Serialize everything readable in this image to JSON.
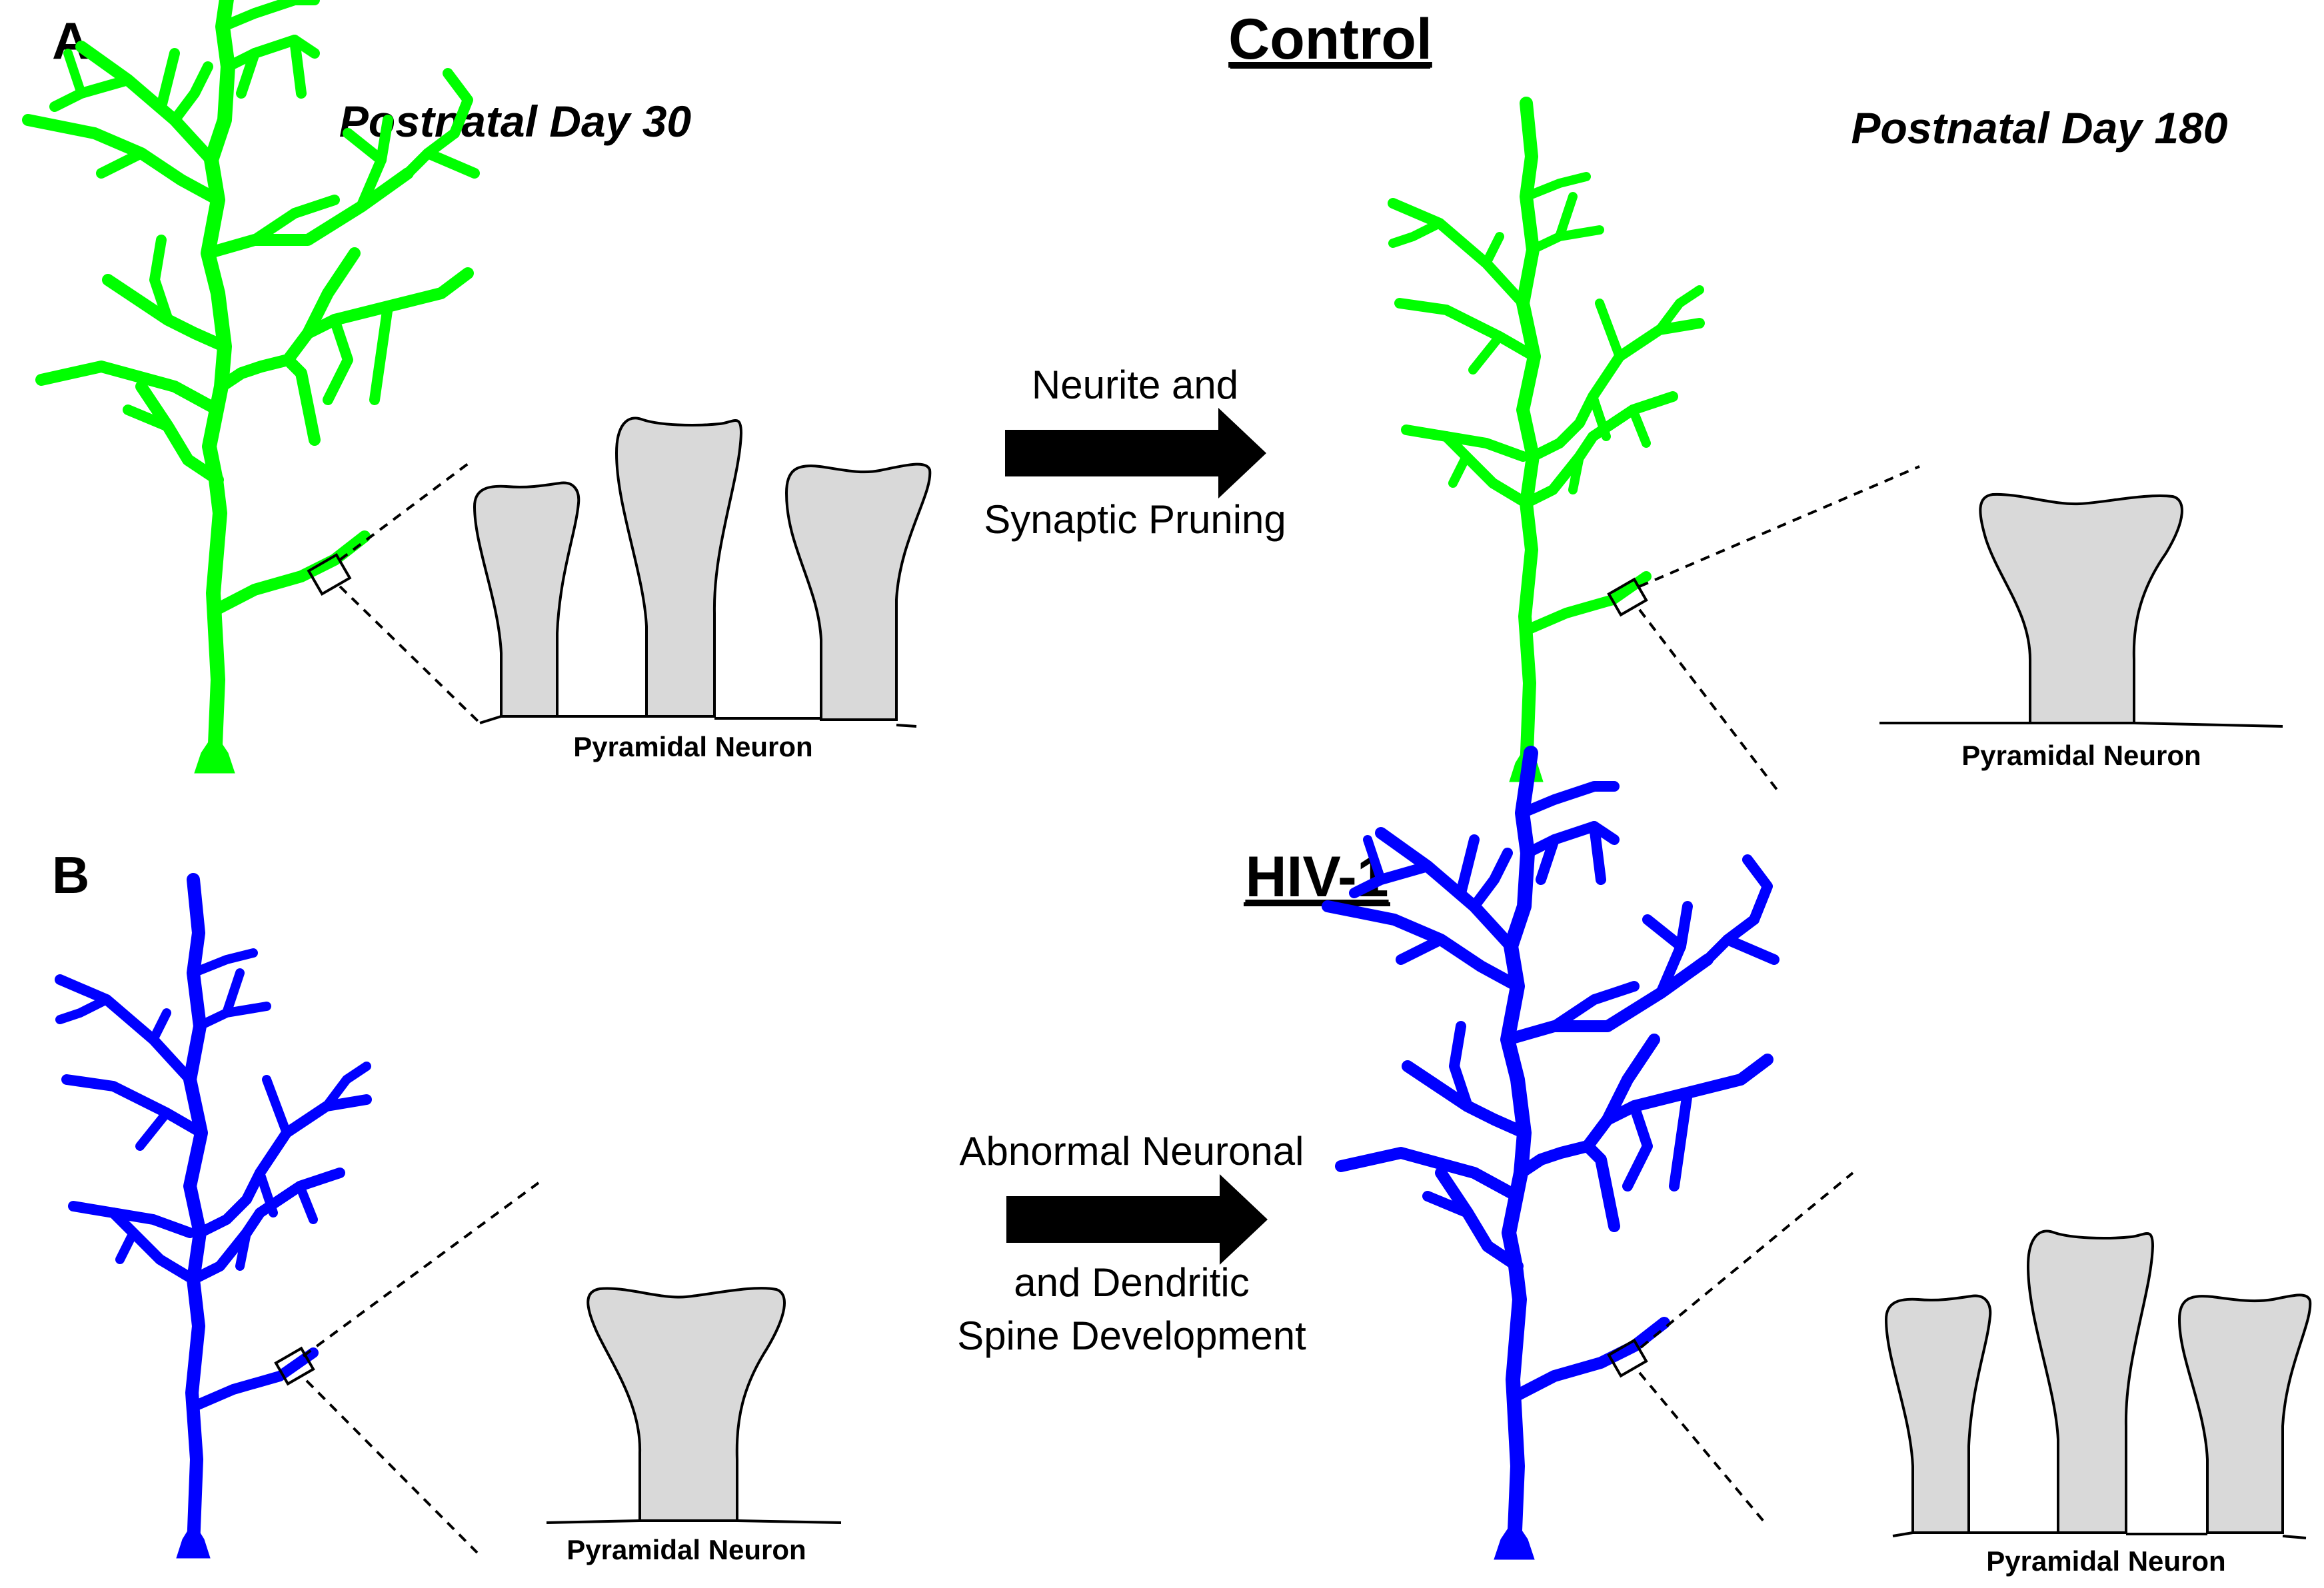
{
  "panel_a": {
    "letter": "A",
    "heading": "Control",
    "left_timepoint": "Postnatal Day 30",
    "right_timepoint": "Postnatal Day 180",
    "arrow_lines": [
      "Neurite and",
      "Synaptic Pruning"
    ],
    "left_cell_label": "Pyramidal Neuron",
    "right_cell_label": "Pyramidal Neuron",
    "neuron_color": "#00ff00"
  },
  "panel_b": {
    "letter": "B",
    "heading": "HIV-1",
    "arrow_lines": [
      "Abnormal Neuronal",
      "and Dendritic",
      "Spine Development"
    ],
    "left_cell_label": "Pyramidal Neuron",
    "right_cell_label": "Pyramidal Neuron",
    "neuron_color": "#0000ff"
  },
  "spine_fill_color": "#d9d9d9"
}
